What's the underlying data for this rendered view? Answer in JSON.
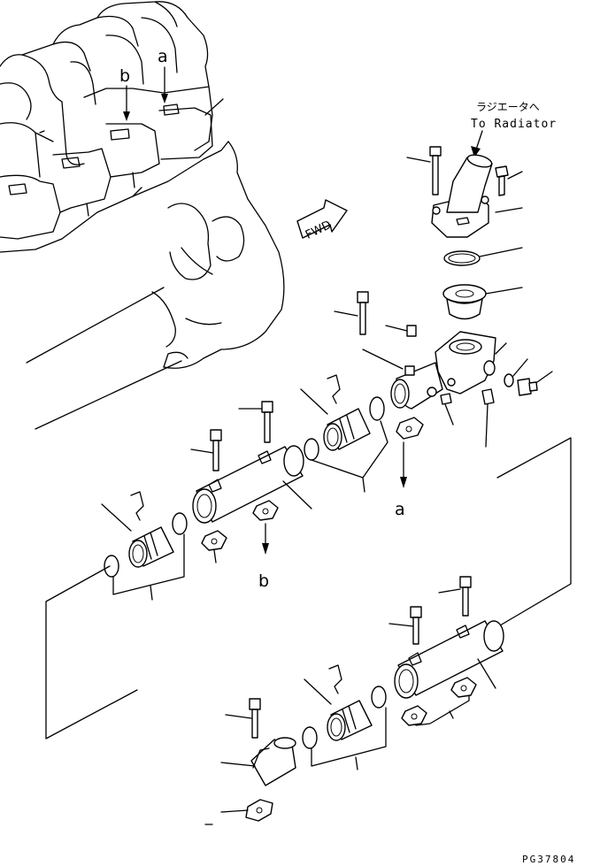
{
  "destination": {
    "japanese": "ラジエータへ",
    "english": "To Radiator"
  },
  "direction_marker": "FWD",
  "reference_labels": {
    "a_top": "a",
    "b_top": "b",
    "a_arrow": "a",
    "b_arrow": "b"
  },
  "drawing_number": "PG37804"
}
